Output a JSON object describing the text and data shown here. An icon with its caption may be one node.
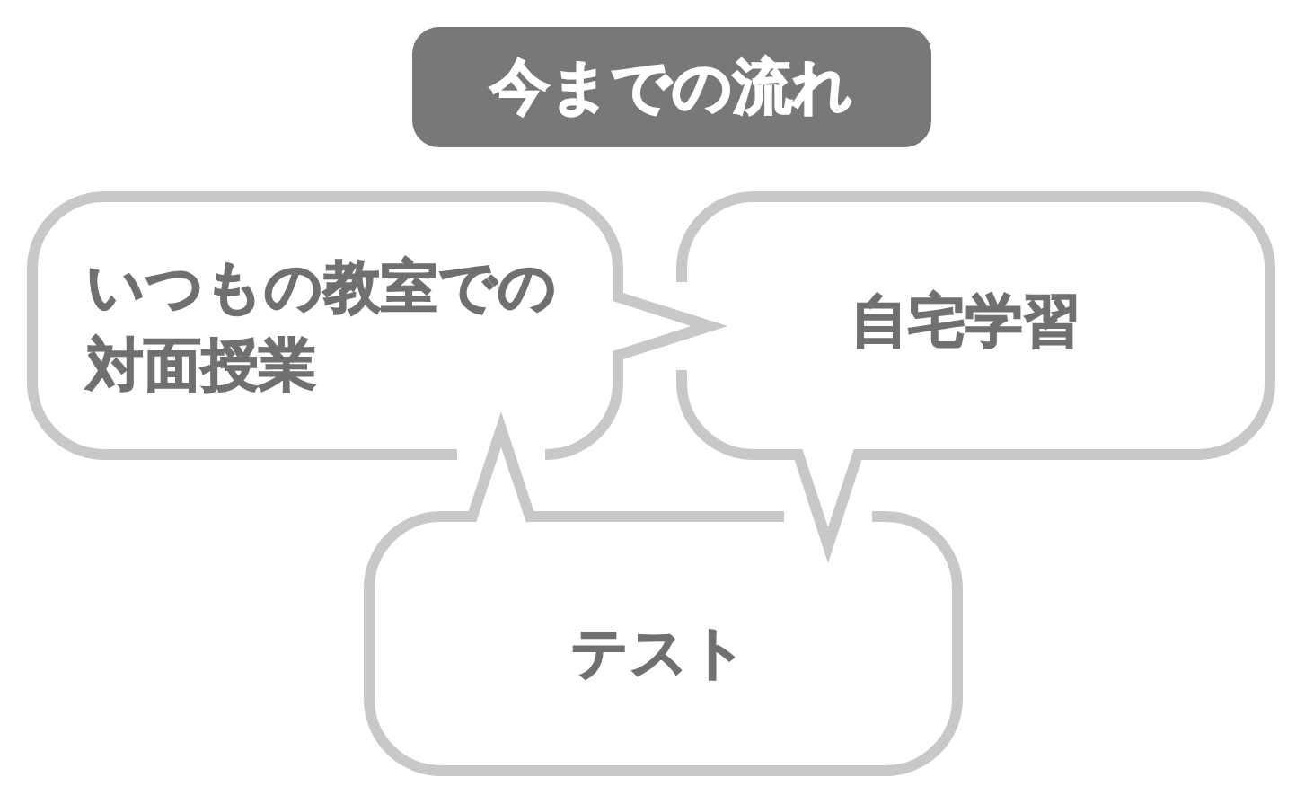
{
  "diagram": {
    "title": "今までの流れ",
    "nodes": [
      {
        "text": [
          "いつもの教室での対面授業"
        ]
      },
      {
        "text": [
          "自宅学習"
        ]
      },
      {
        "text": [
          "テスト"
        ]
      }
    ],
    "edges": [
      {
        "from": 0,
        "to": 1,
        "arrow": "to"
      },
      {
        "from": 1,
        "to": 2,
        "arrow": "to"
      },
      {
        "from": 2,
        "to": 0,
        "arrow": "to"
      }
    ]
  }
}
